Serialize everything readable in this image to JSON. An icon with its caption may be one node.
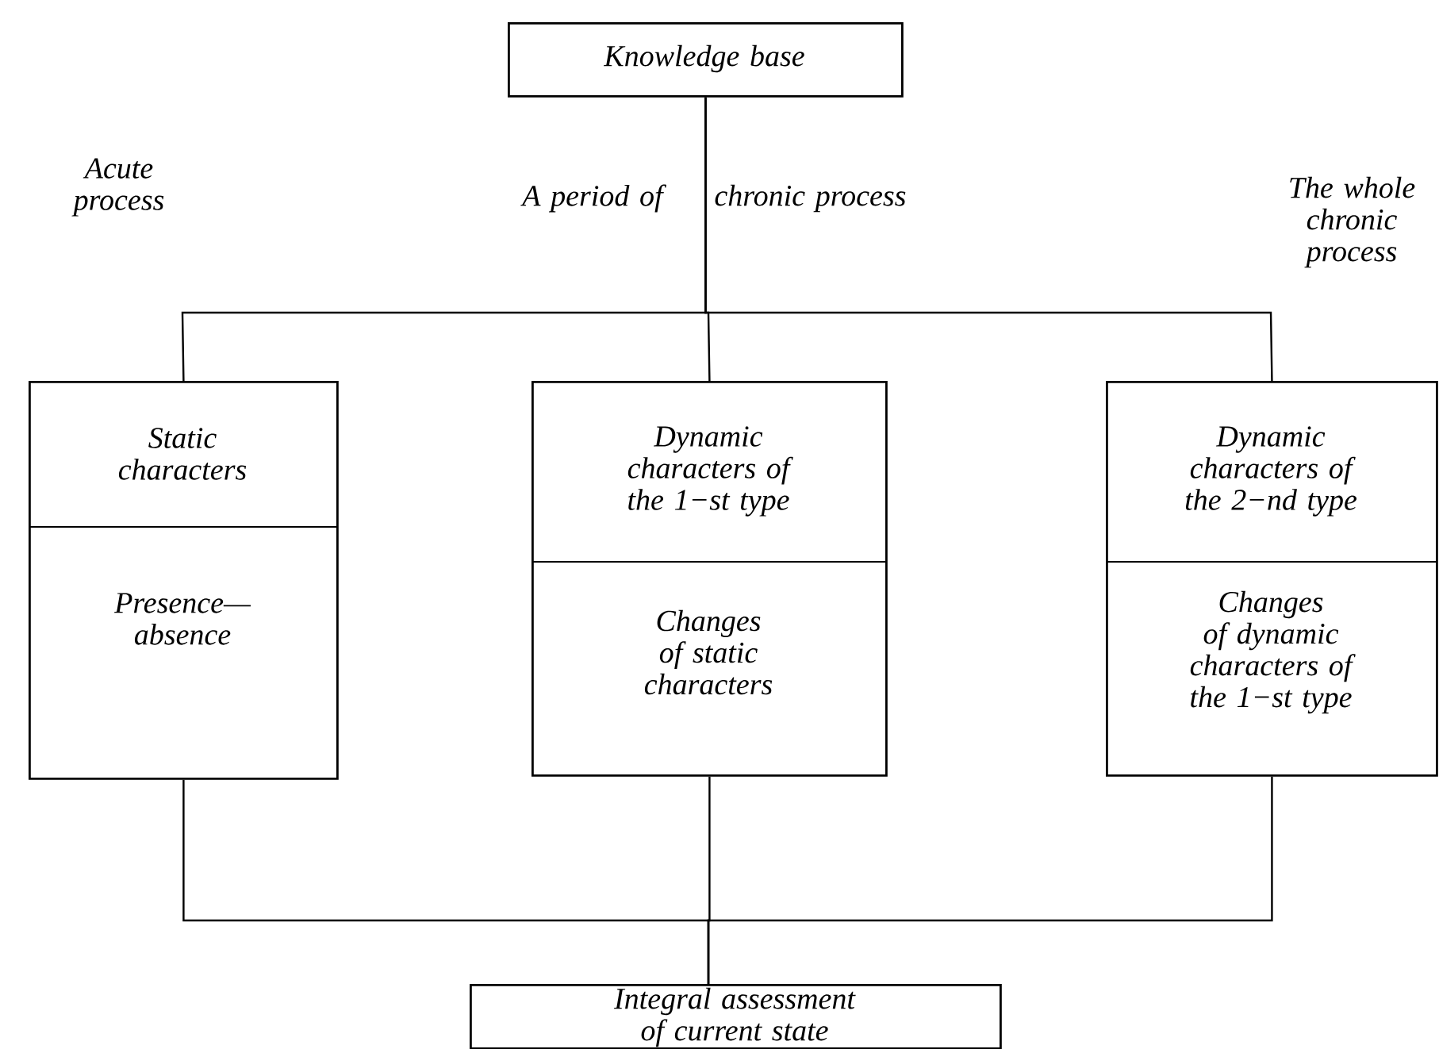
{
  "diagram": {
    "nodes": [
      {
        "text": [
          "Knowledge base"
        ]
      },
      {
        "text": [
          "Static characters",
          "Presence—absence"
        ]
      },
      {
        "text": [
          "Dynamic characters of the 1−st type",
          "Changes of static characters"
        ]
      },
      {
        "text": [
          "Dynamic characters of the 2−nd type",
          "Changes of dynamic characters of the 1−st type"
        ]
      },
      {
        "text": [
          "Integral assessment of current state"
        ]
      }
    ],
    "edges": [
      {
        "from": 0,
        "to": 1,
        "arrow": "none"
      },
      {
        "from": 0,
        "to": 2,
        "arrow": "none"
      },
      {
        "from": 0,
        "to": 3,
        "arrow": "none"
      },
      {
        "from": 1,
        "to": 4,
        "arrow": "none"
      },
      {
        "from": 2,
        "to": 4,
        "arrow": "none"
      },
      {
        "from": 3,
        "to": 4,
        "arrow": "none"
      }
    ],
    "labels": [
      "Acute process",
      "A period of",
      "chronic process",
      "The whole chronic process"
    ]
  }
}
